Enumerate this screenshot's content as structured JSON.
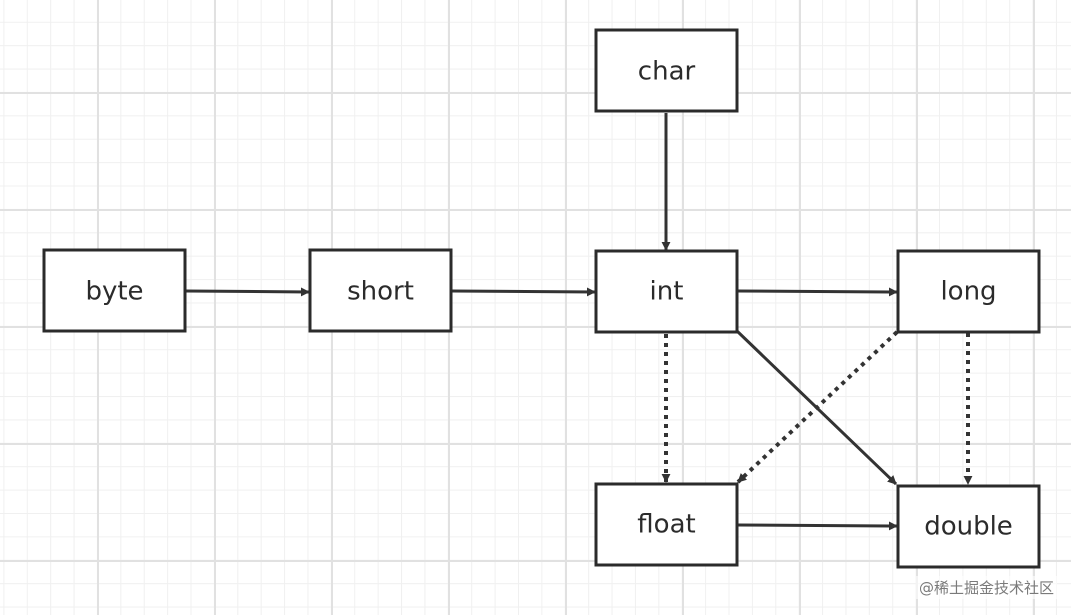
{
  "nodes": {
    "byte": "byte",
    "short": "short",
    "char": "char",
    "int": "int",
    "long": "long",
    "float": "float",
    "double": "double"
  },
  "edges": [
    {
      "from": "byte",
      "to": "short",
      "style": "solid"
    },
    {
      "from": "short",
      "to": "int",
      "style": "solid"
    },
    {
      "from": "char",
      "to": "int",
      "style": "solid"
    },
    {
      "from": "int",
      "to": "long",
      "style": "solid"
    },
    {
      "from": "int",
      "to": "float",
      "style": "dotted"
    },
    {
      "from": "int",
      "to": "double",
      "style": "solid"
    },
    {
      "from": "long",
      "to": "float",
      "style": "dotted"
    },
    {
      "from": "long",
      "to": "double",
      "style": "dotted"
    },
    {
      "from": "float",
      "to": "double",
      "style": "solid"
    }
  ],
  "watermark": "@稀土掘金技术社区",
  "colors": {
    "stroke": "#2b2b2b",
    "arrow": "#333333",
    "background": "#ffffff",
    "grid": "#e1e1e1"
  }
}
